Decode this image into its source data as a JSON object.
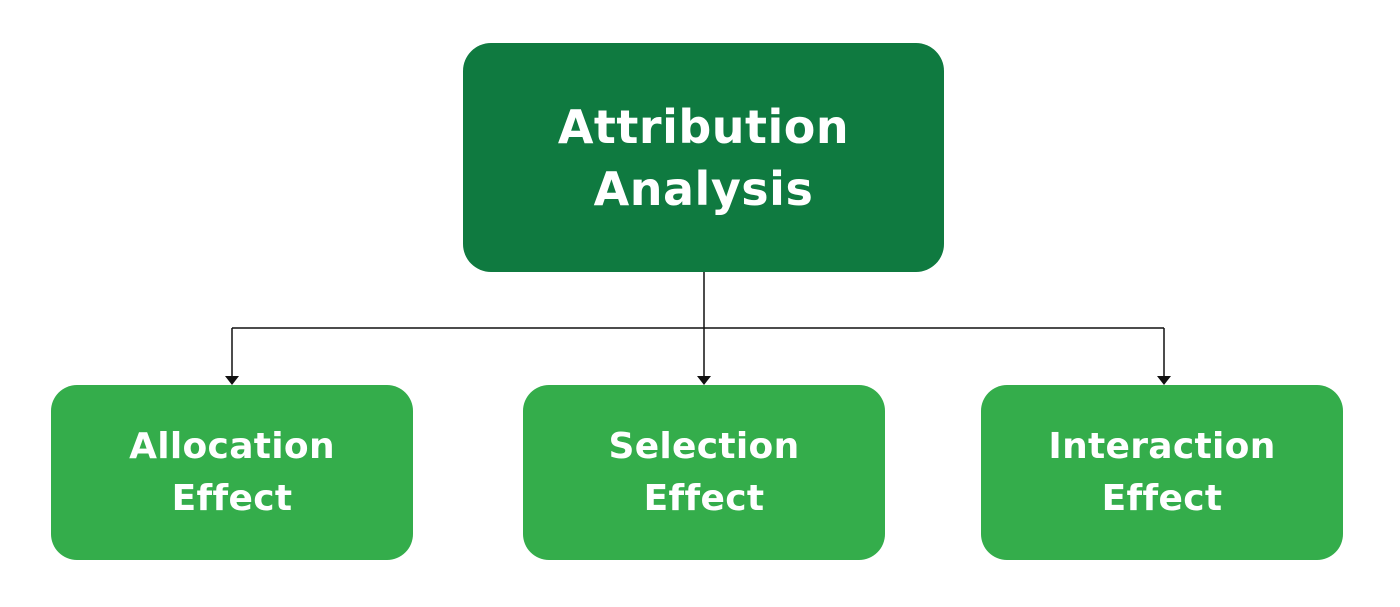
{
  "colors": {
    "root_fill": "#0f7a40",
    "child_fill": "#34ad4b",
    "connector": "#111111"
  },
  "root": {
    "line1": "Attribution",
    "line2": "Analysis"
  },
  "children": [
    {
      "line1": "Allocation",
      "line2": "Effect"
    },
    {
      "line1": "Selection",
      "line2": "Effect"
    },
    {
      "line1": "Interaction",
      "line2": "Effect"
    }
  ]
}
